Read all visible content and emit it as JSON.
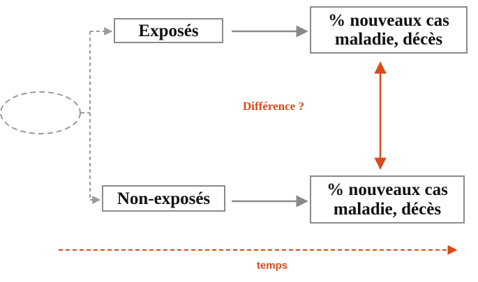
{
  "groups": {
    "exposed_label": "Exposés",
    "unexposed_label": "Non-exposés"
  },
  "outcomes": {
    "top_line1": "% nouveaux cas",
    "top_line2": "maladie, décès",
    "bottom_line1": "% nouveaux cas",
    "bottom_line2": "maladie, décès"
  },
  "comparison_label": "Différence ?",
  "time_label": "temps",
  "colors": {
    "accent": "#d84a1b",
    "box_border": "#8a8a8a",
    "connector": "#8a8a8a",
    "text": "#111111"
  }
}
